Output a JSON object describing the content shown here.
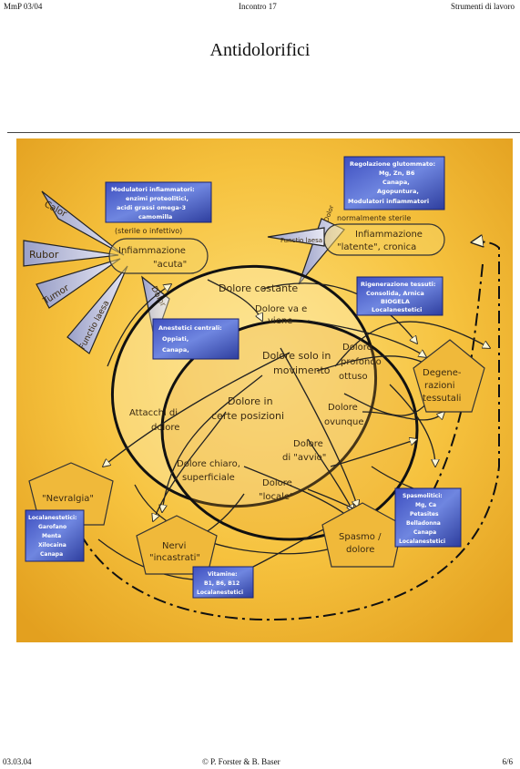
{
  "header": {
    "left": "MmP 03/04",
    "center": "Incontro 17",
    "right": "Strumenti di lavoro"
  },
  "title": "Antidolorifici",
  "footer": {
    "left": "03.03.04",
    "center": "© P. Forster & B. Baser",
    "right": "6/6"
  },
  "diagram": {
    "rays": [
      "Calor",
      "Rubor",
      "Tumor",
      "Functio laesa",
      "Dolor"
    ],
    "acute": {
      "note": "(sterile o infettivo)",
      "line1": "Infiammazione",
      "line2": "\"acuta\""
    },
    "chronic": {
      "note": "normalmente sterile",
      "line1": "Infiammazione",
      "line2": "\"latente\", cronica",
      "ray1": "Functio laesa",
      "ray2": "Dolor"
    },
    "labels": {
      "costante": "Dolore costante",
      "va_viene_1": "Dolore va e",
      "va_viene_2": "viene",
      "movimento_1": "Dolore solo in",
      "movimento_2": "movimento",
      "profondo_1": "Dolore",
      "profondo_2": "profondo",
      "profondo_3": "ottuso",
      "attacchi_1": "Attacchi di",
      "attacchi_2": "dolore",
      "posizioni_1": "Dolore in",
      "posizioni_2": "certe posizioni",
      "ovunque_1": "Dolore",
      "ovunque_2": "ovunque",
      "avvio_1": "Dolore",
      "avvio_2": "di \"avvio\"",
      "chiaro_1": "Dolore chiaro,",
      "chiaro_2": "superficiale",
      "locale_1": "Dolore",
      "locale_2": "\"locale\""
    },
    "pentagons": {
      "degenerazioni_1": "Degene-",
      "degenerazioni_2": "razioni",
      "degenerazioni_3": "tessutali",
      "nevralgia": "\"Nevralgia\"",
      "nervi_1": "Nervi",
      "nervi_2": "\"incastrati\"",
      "spasmo_1": "Spasmo /",
      "spasmo_2": "dolore"
    },
    "boxes": {
      "modulatori": [
        "Modulatori infiammatori:",
        "enzimi proteolitici,",
        "acidi grassi omega-3",
        "camomilla"
      ],
      "glutammato": [
        "Regolazione glutommato:",
        "Mg, Zn, B6",
        "Canapa,",
        "Agopuntura,",
        "Modulatori infiammatori"
      ],
      "rigenerazione": [
        "Rigenerazione tessuti:",
        "Consolida, Arnica",
        "BIOGELA",
        "Localanestetici"
      ],
      "anestetici": [
        "Anestetici centrali:",
        "Oppiati,",
        "Canapa,"
      ],
      "localanestetici": [
        "Localanestetici:",
        "Garofano",
        "Menta",
        "Xilocaina",
        "Canapa"
      ],
      "vitamine": [
        "Vitamine:",
        "B1, B6, B12",
        "Localanestetici"
      ],
      "spasmolitici": [
        "Spasmolitici:",
        "Mg, Ca",
        "Petasites",
        "Belladonna",
        "Canapa",
        "Localanestetici"
      ]
    }
  }
}
